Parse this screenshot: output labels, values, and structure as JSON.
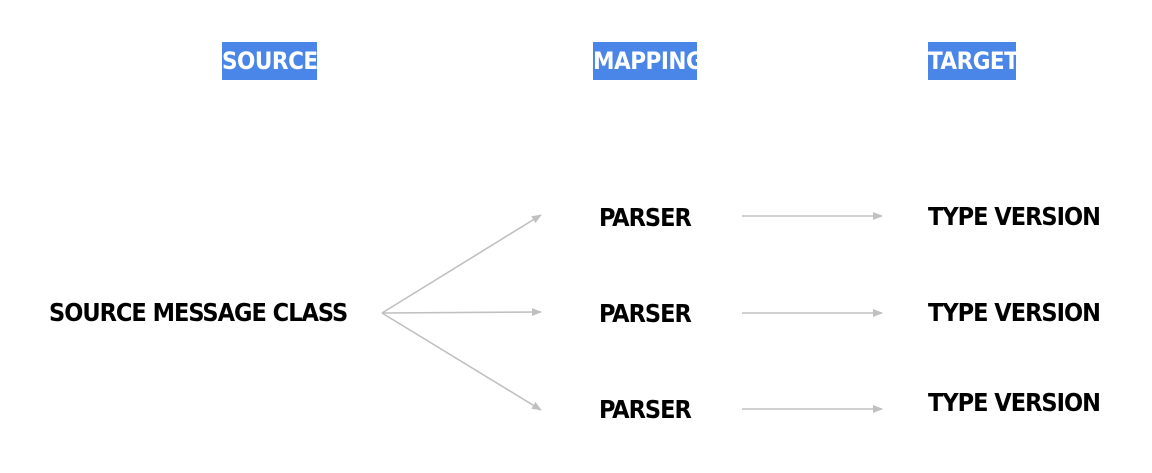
{
  "headers": {
    "source": "SOURCE",
    "mapping": "MAPPING",
    "target": "TARGET"
  },
  "source": {
    "label": "SOURCE MESSAGE CLASS"
  },
  "parsers": [
    "PARSER",
    "PARSER",
    "PARSER"
  ],
  "targets": [
    "TYPE VERSION",
    "TYPE VERSION",
    "TYPE VERSION"
  ],
  "colors": {
    "header_bg": "#4a86e8",
    "header_text": "#ffffff",
    "label_text": "#000000",
    "arrow": "#c0c0c0"
  }
}
